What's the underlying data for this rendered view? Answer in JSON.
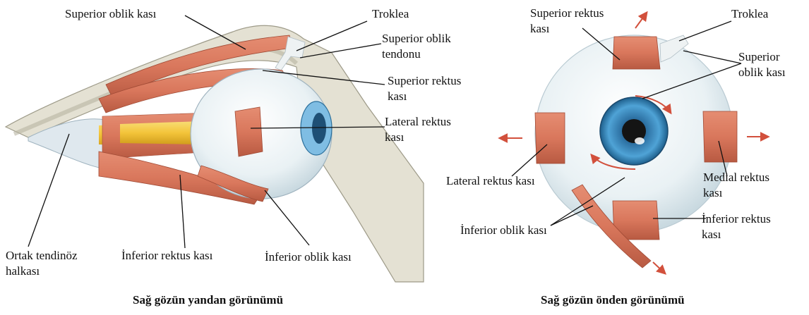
{
  "side_view": {
    "caption": "Sağ gözün yandan görünümü",
    "labels": {
      "superior_oblique": "Superior oblik kası",
      "trochlea": "Troklea",
      "superior_oblique_tendon_1": "Superior oblik",
      "superior_oblique_tendon_2": "tendonu",
      "superior_rectus_1": "Superior rektus",
      "superior_rectus_2": "kası",
      "lateral_rectus_1": "Lateral rektus",
      "lateral_rectus_2": "kası",
      "common_ring_1": "Ortak tendinöz",
      "common_ring_2": "halkası",
      "inferior_rectus": "İnferior rektus kası",
      "inferior_oblique": "İnferior oblik kası"
    }
  },
  "front_view": {
    "caption": "Sağ gözün önden görünümü",
    "labels": {
      "superior_rectus_1": "Superior rektus",
      "superior_rectus_2": "kası",
      "trochlea": "Troklea",
      "superior_oblique_1": "Superior",
      "superior_oblique_2": "oblik kası",
      "lateral_rectus": "Lateral rektus kası",
      "medial_rectus_1": "Medial rektus",
      "medial_rectus_2": "kası",
      "inferior_rectus_1": "İnferior rektus",
      "inferior_rectus_2": "kası",
      "inferior_oblique": "İnferior oblik kası"
    }
  },
  "colors": {
    "muscle": "#d9775c",
    "muscle_dark": "#b85a42",
    "sclera": "#eef4f6",
    "iris": "#3d8fc4",
    "optic_nerve": "#f3c43a",
    "bone": "#e2e0d2",
    "arrow": "#d2503c"
  }
}
